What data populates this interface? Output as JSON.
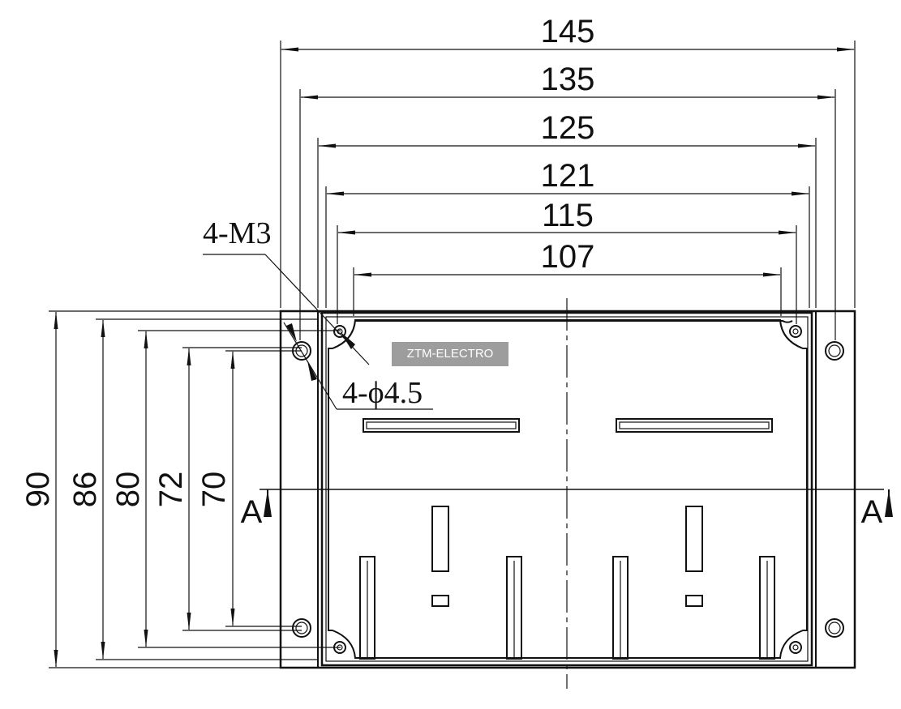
{
  "dimensions": {
    "horizontal": [
      "145",
      "135",
      "125",
      "121",
      "115",
      "107"
    ],
    "vertical": [
      "90",
      "86",
      "80",
      "72",
      "70"
    ]
  },
  "annotations": {
    "thread_note": "4-M3",
    "hole_note": "4-ϕ4.5",
    "section_left": "A",
    "section_right": "A"
  },
  "watermark": "ZTM-ELECTRO"
}
